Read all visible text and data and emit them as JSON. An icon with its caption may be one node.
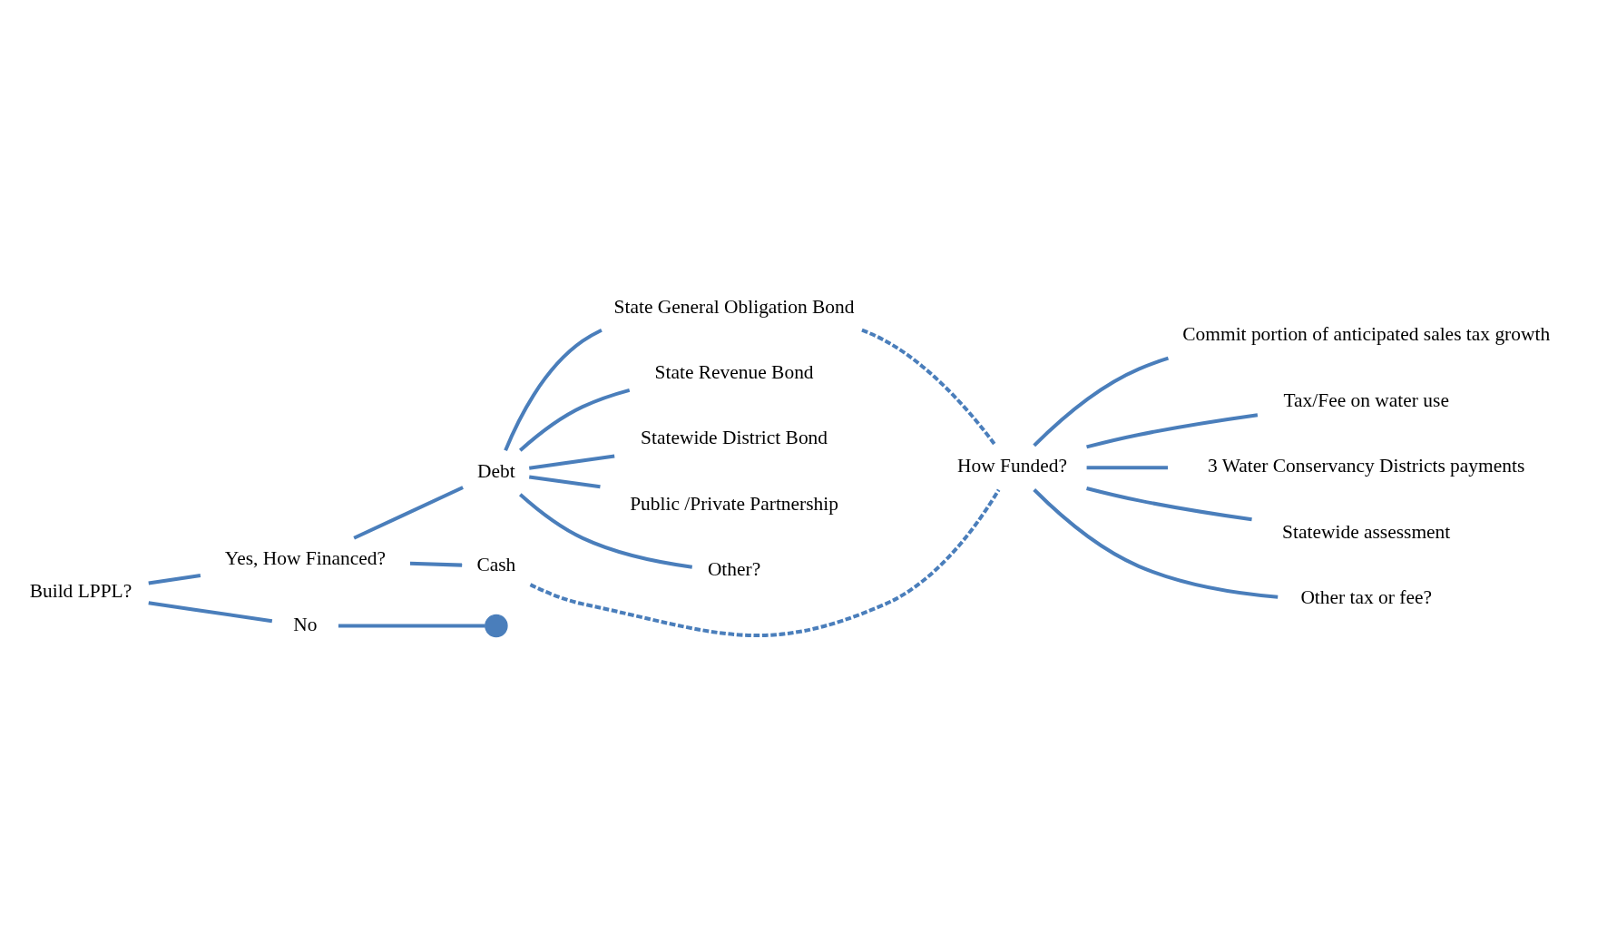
{
  "diagram": {
    "nodes": [
      {
        "text": [
          "Build LPPL?"
        ]
      },
      {
        "text": [
          "Yes, How Financed?"
        ]
      },
      {
        "text": [
          "No"
        ]
      },
      {
        "text": [
          "Debt"
        ]
      },
      {
        "text": [
          "Cash"
        ]
      },
      {
        "text": [
          "State General Obligation Bond"
        ]
      },
      {
        "text": [
          "State Revenue Bond"
        ]
      },
      {
        "text": [
          "Statewide District Bond"
        ]
      },
      {
        "text": [
          "Public /Private Partnership"
        ]
      },
      {
        "text": [
          "Other?"
        ]
      },
      {
        "text": [
          "How Funded?"
        ]
      },
      {
        "text": [
          "Commit portion of anticipated sales tax growth"
        ]
      },
      {
        "text": [
          "Tax/Fee on water use"
        ]
      },
      {
        "text": [
          "3 Water Conservancy Districts payments"
        ]
      },
      {
        "text": [
          "Statewide assessment"
        ]
      },
      {
        "text": [
          "Other tax or fee?"
        ]
      },
      {
        "text": [],
        "shape": "circle"
      }
    ],
    "edges": [
      {
        "from": 0,
        "to": 1,
        "arrow": "none"
      },
      {
        "from": 0,
        "to": 2,
        "arrow": "none"
      },
      {
        "from": 1,
        "to": 3,
        "arrow": "none"
      },
      {
        "from": 1,
        "to": 4,
        "arrow": "none"
      },
      {
        "from": 3,
        "to": 5,
        "arrow": "none"
      },
      {
        "from": 3,
        "to": 6,
        "arrow": "none"
      },
      {
        "from": 3,
        "to": 7,
        "arrow": "none"
      },
      {
        "from": 3,
        "to": 8,
        "arrow": "none"
      },
      {
        "from": 3,
        "to": 9,
        "arrow": "none"
      },
      {
        "from": 2,
        "to": 16,
        "arrow": "none"
      },
      {
        "from": 5,
        "to": 10,
        "arrow": "none",
        "style": "dashed"
      },
      {
        "from": 4,
        "to": 10,
        "arrow": "none",
        "style": "dashed"
      },
      {
        "from": 10,
        "to": 11,
        "arrow": "none"
      },
      {
        "from": 10,
        "to": 12,
        "arrow": "none"
      },
      {
        "from": 10,
        "to": 13,
        "arrow": "none"
      },
      {
        "from": 10,
        "to": 14,
        "arrow": "none"
      },
      {
        "from": 10,
        "to": 15,
        "arrow": "none"
      }
    ]
  }
}
